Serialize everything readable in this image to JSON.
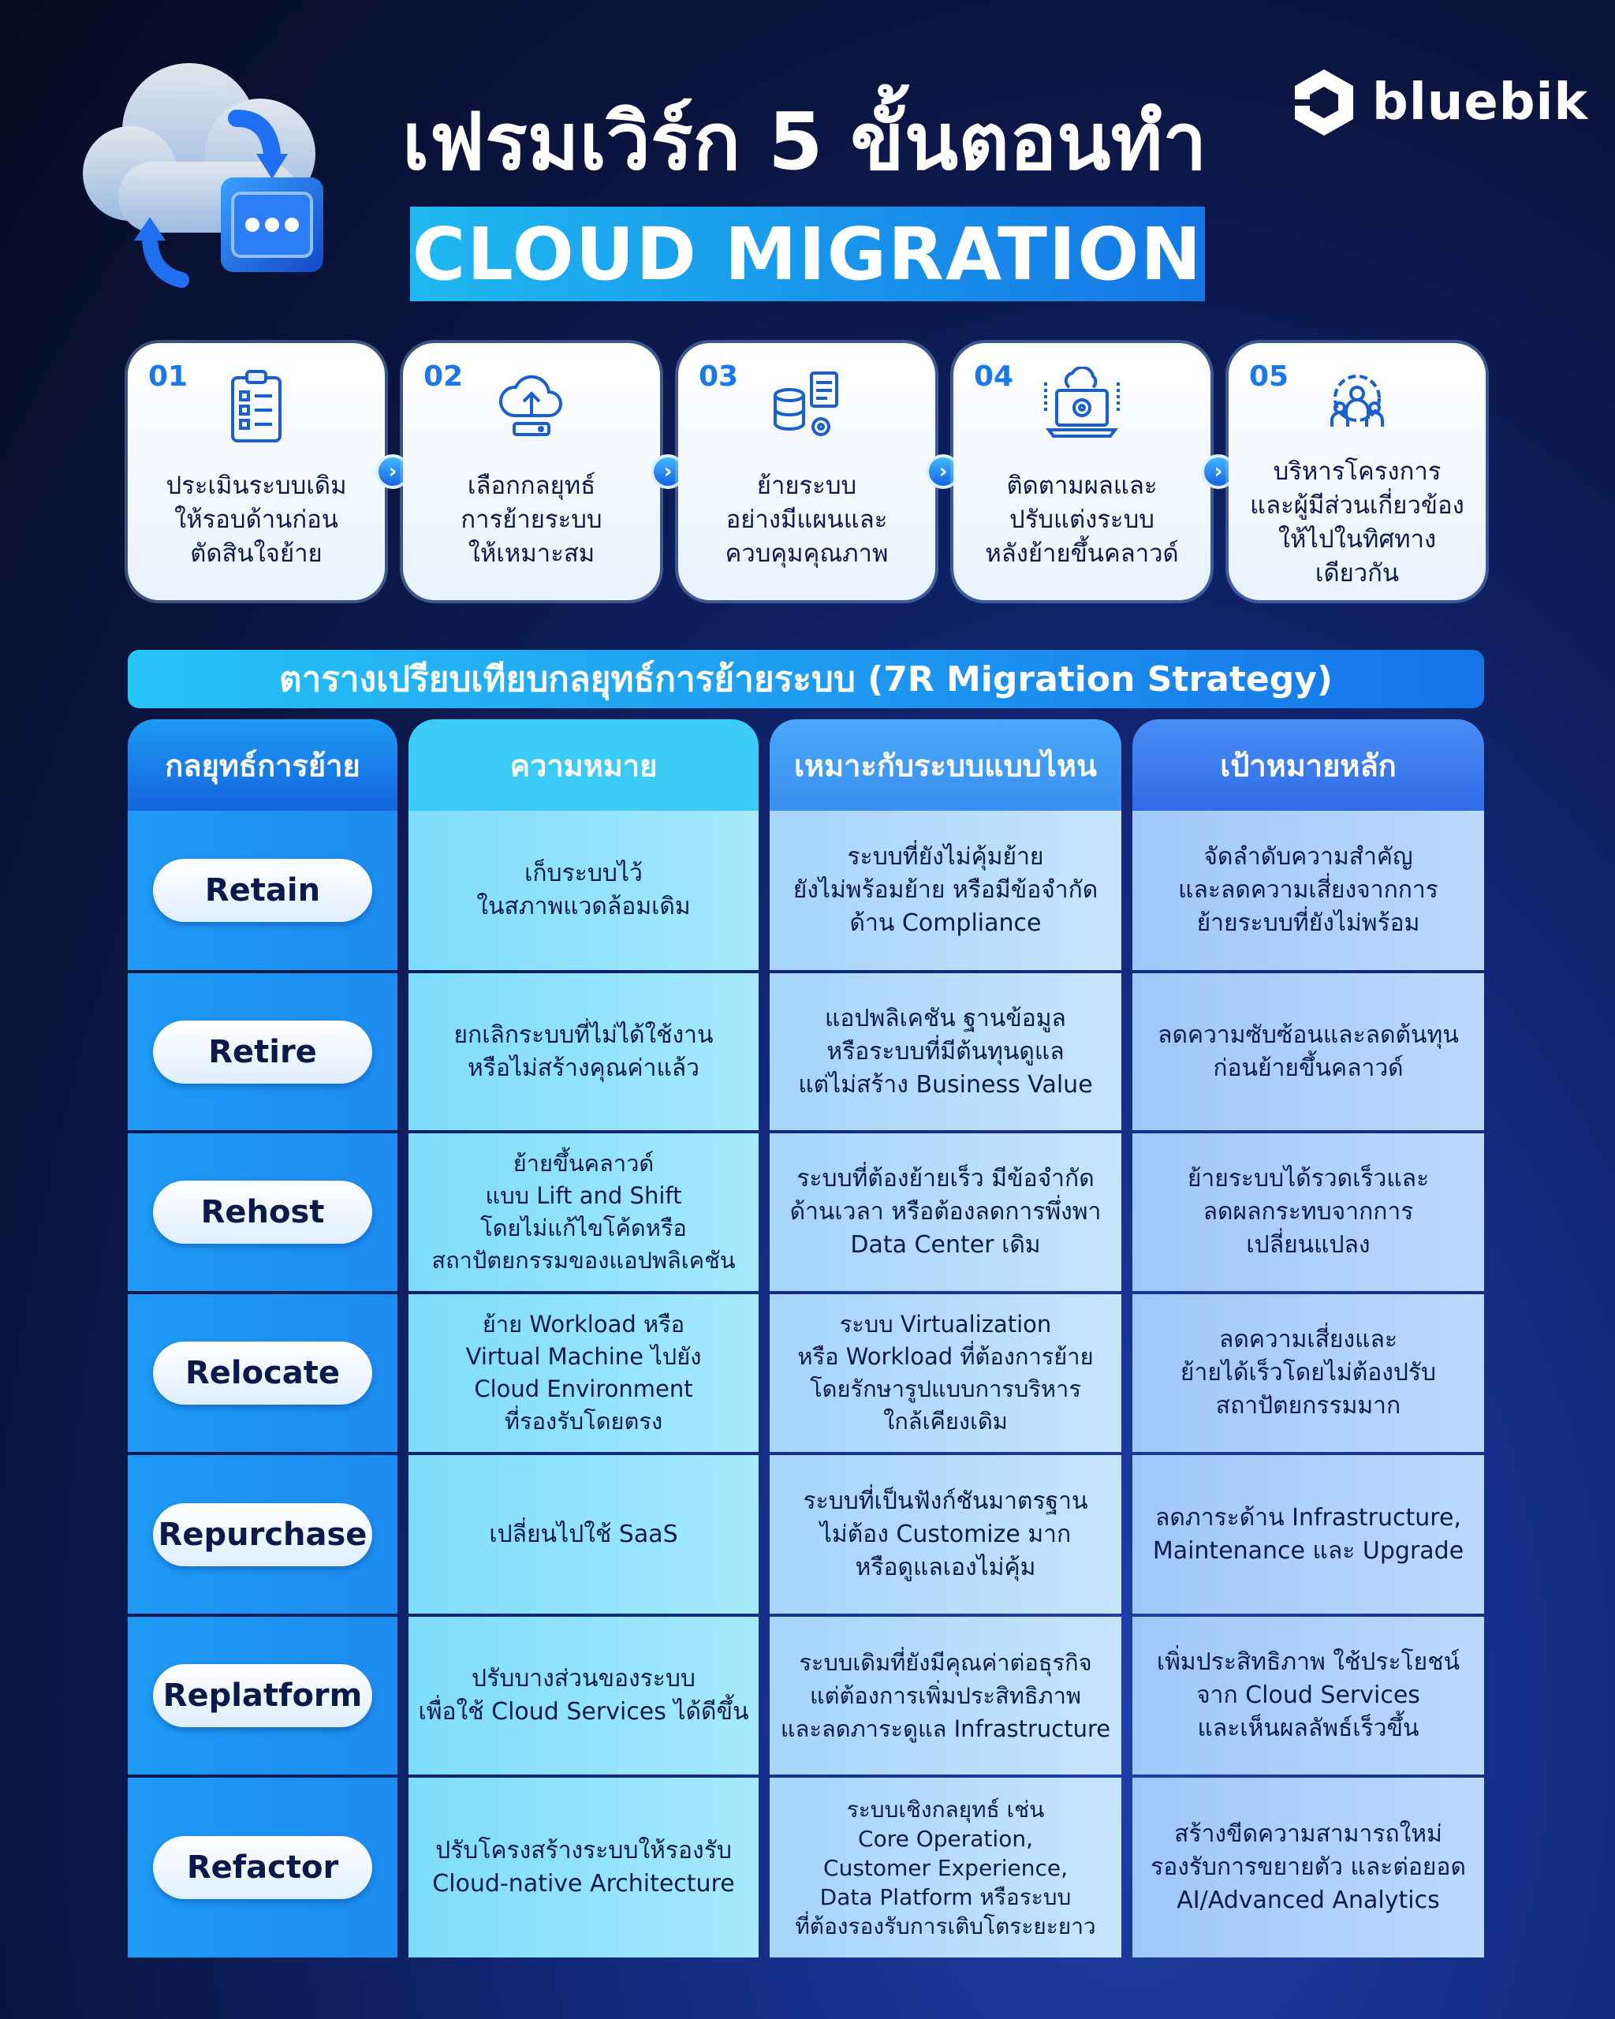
{
  "brand": {
    "name": "bluebik"
  },
  "header": {
    "title": "เฟรมเวิร์ก 5 ขั้นตอนทำ",
    "subtitle": "CLOUD MIGRATION"
  },
  "steps": [
    {
      "num": "01",
      "icon": "checklist-icon",
      "text": "ประเมินระบบเดิม\nให้รอบด้านก่อน\nตัดสินใจย้าย"
    },
    {
      "num": "02",
      "icon": "cloud-upload-icon",
      "text": "เลือกกลยุทธ์\nการย้ายระบบ\nให้เหมาะสม"
    },
    {
      "num": "03",
      "icon": "database-document-gear-icon",
      "text": "ย้ายระบบ\nอย่างมีแผนและ\nควบคุมคุณภาพ"
    },
    {
      "num": "04",
      "icon": "laptop-cloud-monitor-icon",
      "text": "ติดตามผลและ\nปรับแต่งระบบ\nหลังย้ายขึ้นคลาวด์"
    },
    {
      "num": "05",
      "icon": "team-gear-icon",
      "text": "บริหารโครงการ\nและผู้มีส่วนเกี่ยวข้อง\nให้ไปในทิศทาง\nเดียวกัน"
    }
  ],
  "table": {
    "title": "ตารางเปรียบเทียบกลยุทธ์การย้ายระบบ (7R Migration Strategy)",
    "headers": [
      "กลยุทธ์การย้าย",
      "ความหมาย",
      "เหมาะกับระบบแบบไหน",
      "เป้าหมายหลัก"
    ],
    "rows": [
      {
        "strategy": "Retain",
        "meaning": "เก็บระบบไว้\nในสภาพแวดล้อมเดิม",
        "fit": "ระบบที่ยังไม่คุ้มย้าย\nยังไม่พร้อมย้าย หรือมีข้อจำกัด\nด้าน Compliance",
        "goal": "จัดลำดับความสำคัญ\nและลดความเสี่ยงจากการ\nย้ายระบบที่ยังไม่พร้อม"
      },
      {
        "strategy": "Retire",
        "meaning": "ยกเลิกระบบที่ไม่ได้ใช้งาน\nหรือไม่สร้างคุณค่าแล้ว",
        "fit": "แอปพลิเคชัน ฐานข้อมูล\nหรือระบบที่มีต้นทุนดูแล\nแต่ไม่สร้าง Business Value",
        "goal": "ลดความซับซ้อนและลดต้นทุน\nก่อนย้ายขึ้นคลาวด์"
      },
      {
        "strategy": "Rehost",
        "meaning": "ย้ายขึ้นคลาวด์\nแบบ Lift and Shift\nโดยไม่แก้ไขโค้ดหรือ\nสถาปัตยกรรมของแอปพลิเคชัน",
        "fit": "ระบบที่ต้องย้ายเร็ว มีข้อจำกัด\nด้านเวลา หรือต้องลดการพึ่งพา\nData Center เดิม",
        "goal": "ย้ายระบบได้รวดเร็วและ\nลดผลกระทบจากการ\nเปลี่ยนแปลง"
      },
      {
        "strategy": "Relocate",
        "meaning": "ย้าย Workload หรือ\nVirtual Machine ไปยัง\nCloud Environment\nที่รองรับโดยตรง",
        "fit": "ระบบ Virtualization\nหรือ Workload ที่ต้องการย้าย\nโดยรักษารูปแบบการบริหาร\nใกล้เคียงเดิม",
        "goal": "ลดความเสี่ยงและ\nย้ายได้เร็วโดยไม่ต้องปรับ\nสถาปัตยกรรมมาก"
      },
      {
        "strategy": "Repurchase",
        "meaning": "เปลี่ยนไปใช้ SaaS",
        "fit": "ระบบที่เป็นฟังก์ชันมาตรฐาน\nไม่ต้อง Customize มาก\nหรือดูแลเองไม่คุ้ม",
        "goal": "ลดภาระด้าน Infrastructure,\nMaintenance และ Upgrade"
      },
      {
        "strategy": "Replatform",
        "meaning": "ปรับบางส่วนของระบบ\nเพื่อใช้ Cloud Services ได้ดีขึ้น",
        "fit": "ระบบเดิมที่ยังมีคุณค่าต่อธุรกิจ\nแต่ต้องการเพิ่มประสิทธิภาพ\nและลดภาระดูแล Infrastructure",
        "goal": "เพิ่มประสิทธิภาพ ใช้ประโยชน์\nจาก Cloud Services\nและเห็นผลลัพธ์เร็วขึ้น"
      },
      {
        "strategy": "Refactor",
        "meaning": "ปรับโครงสร้างระบบให้รองรับ\nCloud-native Architecture",
        "fit": "ระบบเชิงกลยุทธ์ เช่น\nCore Operation,\nCustomer Experience,\nData Platform หรือระบบ\nที่ต้องรองรับการเติบโตระยะยาว",
        "goal": "สร้างขีดความสามารถใหม่\nรองรับการขยายตัว และต่อยอด\nAI/Advanced Analytics"
      }
    ]
  }
}
